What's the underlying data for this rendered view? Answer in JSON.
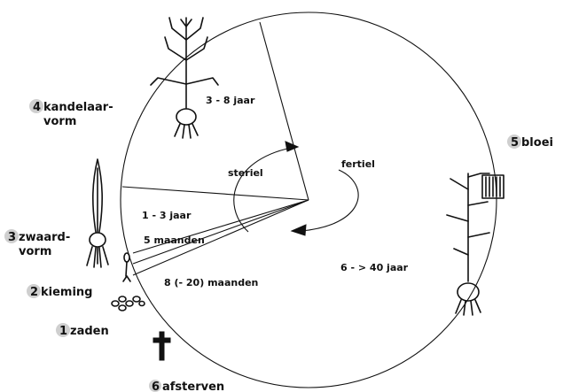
{
  "stages": {
    "s1": {
      "num": "1",
      "label": "zaden"
    },
    "s2": {
      "num": "2",
      "label": "kieming"
    },
    "s3": {
      "num": "3",
      "line1": "zwaard-",
      "line2": "vorm"
    },
    "s4": {
      "num": "4",
      "line1": "kandelaar-",
      "line2": "vorm"
    },
    "s5": {
      "num": "5",
      "label": "bloei"
    },
    "s6": {
      "num": "6",
      "label": "afsterven"
    }
  },
  "periods": {
    "p_1_3": "1 - 3 jaar",
    "p_5m": "5 maanden",
    "p_8_20m": "8 (- 20) maanden",
    "p_3_8": "3 - 8 jaar",
    "p_6_40": "6 - > 40 jaar"
  },
  "arrows": {
    "steriel": "steriel",
    "fertiel": "fertiel"
  },
  "colors": {
    "ink": "#111111",
    "badge": "#cfcfcf",
    "background": "#ffffff"
  },
  "icons": {
    "seeds": "seeds-icon",
    "sprout": "sprout-icon",
    "sword_plant": "sword-plant-icon",
    "candelabra_plant": "candelabra-plant-icon",
    "flowering_plant": "flowering-plant-icon",
    "cross": "cross-icon"
  }
}
